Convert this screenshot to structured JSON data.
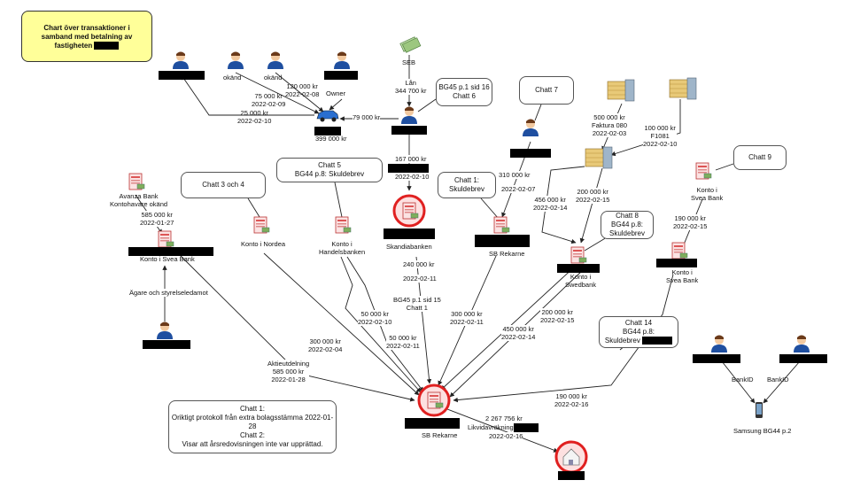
{
  "title": {
    "line1": "Chart över transaktioner i",
    "line2": "samband med betalning av",
    "line3": "fastigheten"
  },
  "boxes": {
    "chatt6": [
      "BG45 p.1 sid 16",
      "Chatt 6"
    ],
    "chatt7": [
      "Chatt 7"
    ],
    "chatt5": [
      "Chatt 5",
      "BG44 p.8: Skuldebrev"
    ],
    "chatt3och4": [
      "Chatt 3 och 4"
    ],
    "chatt1": [
      "Chatt 1:",
      "Skuldebrev"
    ],
    "chatt8": [
      "Chatt 8",
      "BG44 p.8:",
      "Skuldebrev"
    ],
    "chatt9": [
      "Chatt 9"
    ],
    "chatt14": [
      "Chatt 14",
      "BG44 p.8:",
      "Skuldebrev"
    ],
    "protocol": [
      "Chatt 1:",
      "Oriktigt protokoll från extra bolagsstämma 2022-01-28",
      "Chatt 2:",
      "Visar att årsredovisningen inte var upprättad."
    ]
  },
  "nodes": {
    "okand1": "okänd",
    "okand2": "okänd",
    "owner": "Owner",
    "seb": "SEB",
    "car_value": "399 000 kr",
    "avanza": [
      "Avanza Bank",
      "Kontohavare okänd"
    ],
    "svea_left": "Konto i Svea Bank",
    "nordea": "Konto i Nordea",
    "handelsbanken": [
      "Konto i",
      "Handelsbanken"
    ],
    "skandia": "Skandiabanken",
    "sbrekarne_mid": "SB Rekarne",
    "swedbank": [
      "Konto i",
      "Swedbank"
    ],
    "svea_right_top": [
      "Konto i",
      "Svea Bank"
    ],
    "svea_right": [
      "Konto i",
      "Svea Bank"
    ],
    "sbrekarne_hub": "SB Rekarne",
    "samsung": "Samsung BG44 p.2",
    "bankid1": "BankID",
    "bankid2": "BankID",
    "agare": "Ägare och styrelseledamot"
  },
  "edges": {
    "e_25000": [
      "25 000 kr",
      "2022-02-10"
    ],
    "e_75000": [
      "75 000 kr",
      "2022-02-09"
    ],
    "e_120000": [
      "120 000 kr",
      "2022-02-08"
    ],
    "e_79000": [
      "79 000 kr"
    ],
    "e_lan": [
      "Lån",
      "344 700 kr"
    ],
    "e_167000": [
      "167 000 kr"
    ],
    "e_167000_date": [
      "2022-02-10"
    ],
    "e_310000": [
      "310 000 kr"
    ],
    "e_310000_date": [
      "2022-02-07"
    ],
    "e_500000": [
      "500 000 kr",
      "Faktura 080",
      "2022-02-03"
    ],
    "e_100000": [
      "100 000 kr",
      "F1081",
      "2022-02-10"
    ],
    "e_456000": [
      "456 000 kr",
      "2022-02-14"
    ],
    "e_200000a": [
      "200 000 kr",
      "2022-02-15"
    ],
    "e_190000a": [
      "190 000 kr",
      "2022-02-15"
    ],
    "e_585000": [
      "585 000 kr",
      "2022-01-27"
    ],
    "e_240000": [
      "240 000 kr"
    ],
    "e_240000_date": [
      "2022-02-11"
    ],
    "e_bg45": [
      "BG45 p.1 sid 15",
      "Chatt 1"
    ],
    "e_300000a": [
      "300 000 kr",
      "2022-02-11"
    ],
    "e_450000": [
      "450 000 kr",
      "2022-02-14"
    ],
    "e_200000b": [
      "200 000 kr",
      "2022-02-15"
    ],
    "e_50000a": [
      "50 000 kr",
      "2022-02-10"
    ],
    "e_50000b": [
      "50 000 kr",
      "2022-02-11"
    ],
    "e_300000b": [
      "300 000 kr",
      "2022-02-04"
    ],
    "e_aktie": [
      "Aktieutdelning",
      "585 000 kr",
      "2022-01-28"
    ],
    "e_190000b": [
      "190 000 kr",
      "2022-02-16"
    ],
    "e_2267756": [
      "2 267 756 kr"
    ],
    "e_likvid": [
      "Likvidavräkning"
    ],
    "e_2267756_date": [
      "2022-02-16"
    ]
  },
  "colors": {
    "title_bg": "#ffff99",
    "highlight_ring": "#e02020",
    "line": "#222222"
  }
}
